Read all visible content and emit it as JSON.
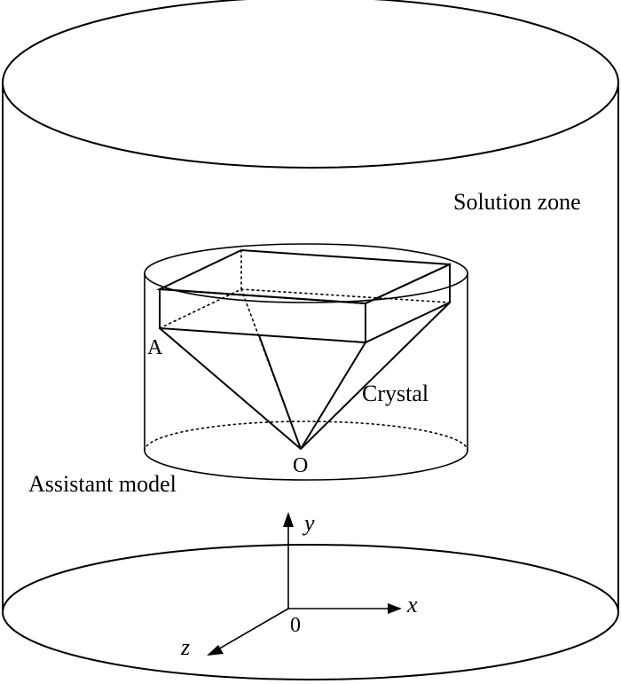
{
  "labels": {
    "solution_zone": "Solution zone",
    "crystal": "Crystal",
    "assistant_model": "Assistant model",
    "point_a": "A",
    "point_o": "O",
    "origin": "0",
    "axis_x": "x",
    "axis_y": "y",
    "axis_z": "z"
  }
}
